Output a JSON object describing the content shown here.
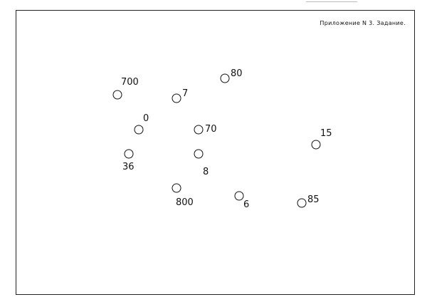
{
  "header": {
    "title": "Приложение N 3. Задание."
  },
  "points": [
    {
      "label": "700"
    },
    {
      "label": "7"
    },
    {
      "label": "80"
    },
    {
      "label": "0"
    },
    {
      "label": "70"
    },
    {
      "label": "15"
    },
    {
      "label": "36"
    },
    {
      "label": "8"
    },
    {
      "label": "800"
    },
    {
      "label": "6"
    },
    {
      "label": "85"
    }
  ]
}
